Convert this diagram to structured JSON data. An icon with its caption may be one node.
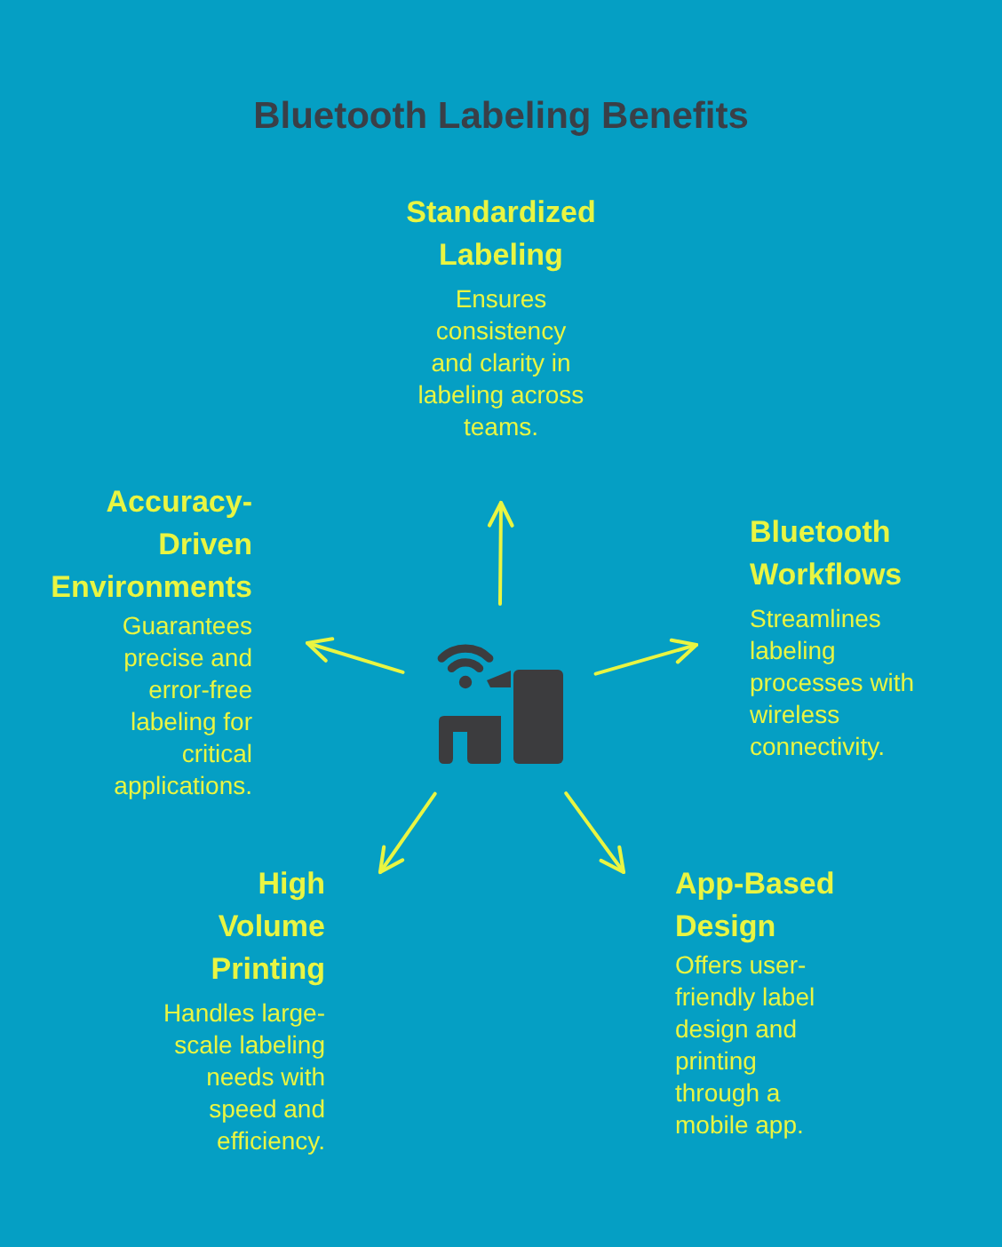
{
  "diagram": {
    "title": "Bluetooth Labeling Benefits",
    "nodes": [
      {
        "text": [
          "Standardized Labeling",
          "Ensures consistency and clarity in labeling across teams."
        ]
      },
      {
        "text": [
          "Accuracy-Driven Environments",
          "Guarantees precise and error-free labeling for critical applications."
        ]
      },
      {
        "text": [
          "Bluetooth Workflows",
          "Streamlines labeling processes with wireless connectivity."
        ]
      },
      {
        "text": [],
        "shape": "picture"
      },
      {
        "text": [
          "High Volume Printing",
          "Handles large-scale labeling needs with speed and efficiency."
        ]
      },
      {
        "text": [
          "App-Based Design",
          "Offers user-friendly label design and printing through a mobile app."
        ]
      }
    ],
    "edges": [
      {
        "from": 3,
        "to": 0,
        "arrow": "to"
      },
      {
        "from": 3,
        "to": 1,
        "arrow": "to"
      },
      {
        "from": 3,
        "to": 2,
        "arrow": "to"
      },
      {
        "from": 3,
        "to": 4,
        "arrow": "to"
      },
      {
        "from": 3,
        "to": 5,
        "arrow": "to"
      }
    ]
  }
}
